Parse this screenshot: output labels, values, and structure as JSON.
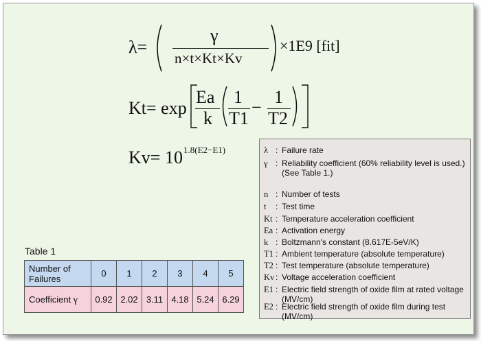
{
  "formulas": {
    "lambda_lhs": "λ=",
    "lambda_numerator": "γ",
    "lambda_denominator": "n×t×Kt×Kv",
    "lambda_tail": "×1E9 [fit]",
    "kt_lhs": "Kt= exp",
    "kt_num_outer": "Ea",
    "kt_den_outer": "k",
    "kt_num_1": "1",
    "kt_den_1": "T1",
    "kt_minus": "−",
    "kt_num_2": "1",
    "kt_den_2": "T2",
    "kv_lhs": "Kv= 10",
    "kv_exponent": "1.8(E2−E1)"
  },
  "legend": [
    {
      "symbol": "λ",
      "desc": "Failure rate"
    },
    {
      "symbol": "γ",
      "desc": "Reliability coefficient (60% reliability level is used.) (See Table 1.)"
    },
    {
      "symbol": "n",
      "desc": "Number of tests"
    },
    {
      "symbol": "t",
      "desc": "Test time"
    },
    {
      "symbol": "Kt",
      "desc": "Temperature acceleration coefficient"
    },
    {
      "symbol": "Ea",
      "desc": "Activation energy"
    },
    {
      "symbol": "k",
      "desc": "Boltzmann's constant (8.617E-5eV/K)"
    },
    {
      "symbol": "T1",
      "desc": "Ambient temperature (absolute temperature)"
    },
    {
      "symbol": "T2",
      "desc": "Test temperature (absolute temperature)"
    },
    {
      "symbol": "Kv",
      "desc": "Voltage acceleration coefficient"
    },
    {
      "symbol": "E1",
      "desc": "Electric field strength of oxide film at rated voltage (MV/cm)"
    },
    {
      "symbol": "E2",
      "desc": "Electric field strength of oxide film during test (MV/cm)"
    }
  ],
  "table": {
    "caption": "Table 1",
    "row1_header": "Number of Failures",
    "row2_header_text": "Coefficient ",
    "row2_header_symbol": "γ",
    "failures": [
      "0",
      "1",
      "2",
      "3",
      "4",
      "5"
    ],
    "coefficients": [
      "0.92",
      "2.02",
      "3.11",
      "4.18",
      "5.24",
      "6.29"
    ]
  }
}
